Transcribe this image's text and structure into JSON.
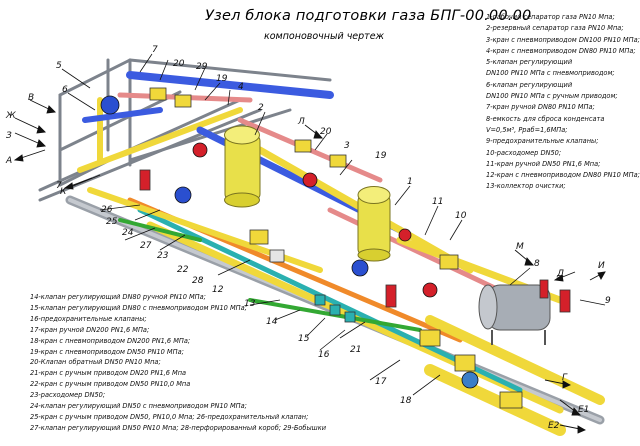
{
  "title": "Узел блока подготовки газа БПГ-00.00.00",
  "subtitle": "компоновочный чертеж",
  "legend_right": [
    "1-рабочий сепаратор газа PN10 Мпа;",
    "2-резервный сепаратор газа PN10 Мпа;",
    "3-кран с пневмоприводом DN100 PN10 МПа;",
    "4-кран с пневмоприводом DN80 PN10 МПа;",
    "5-клапан регулирующий",
    "DN100 PN10 МПа с пневмоприводом;",
    "6-клапан регулирующий",
    "DN100 PN10 МПа с ручным приводом;",
    "7-кран ручной DN80 PN10 МПа;",
    "8-емкость для сброса конденсата",
    "V=0,5м³, Pраб=1,6МПа;",
    "9-предохранительные клапаны;",
    "10-расходомер DN50;",
    "11-кран ручной DN50 PN1,6 Мпа;",
    "12-кран с пневмоприводом DN80 PN10 МПа;",
    "13-коллектор очистки;"
  ],
  "legend_left": [
    "14-клапан регулирующий DN80 ручной PN10 МПа;",
    "15-клапан регулирующий DN80 с пневмоприводом PN10 МПа;",
    "16-предохранительные клапаны;",
    "17-кран ручной DN200 PN1,6 МПа;",
    "18-кран с пневмоприводом DN200 PN1,6 МПа;",
    "19-кран с пневмоприводом DN50 PN10 МПа;",
    "20-Клапан обратный DN50 PN10 Мпа;",
    "21-кран с ручным приводом DN20 PN1,6 Мпа",
    "22-кран с ручным приводом DN50 PN10,0 Мпа",
    "23-расходомер DN50;",
    "24-клапан регулирующий DN50 с пневмоприводом PN10 МПа;",
    "25-кран с ручным приводом DN50, PN10,0 Мпа; 26-предохранительный клапан;",
    "27-клапан регулирующий DN50 PN10 Мпа; 28-перфорированный короб; 29-Бобышки"
  ],
  "callouts": [
    "1",
    "2",
    "3",
    "4",
    "5",
    "6",
    "7",
    "7",
    "8",
    "9",
    "10",
    "11",
    "12",
    "13",
    "14",
    "15",
    "16",
    "17",
    "18",
    "19",
    "19",
    "20",
    "20",
    "21",
    "22",
    "23",
    "24",
    "25",
    "26",
    "27",
    "28",
    "29"
  ],
  "flow_letters": [
    "Ж",
    "В",
    "З",
    "А",
    "К",
    "Л",
    "М",
    "Д",
    "И",
    "Г",
    "Е1",
    "Е2"
  ],
  "colors": {
    "pipe_gray": "#9aa0a8",
    "vessel_yellow": "#e8e04a",
    "pipe_yellow": "#f0d83a",
    "valve_blue": "#2a4fd0",
    "pipe_blue": "#3b5be0",
    "valve_red": "#d4202a",
    "pipe_pink": "#e58a8a",
    "pipe_green": "#33a833",
    "pipe_orange": "#f08a2a",
    "pipe_teal": "#2ab0b0"
  }
}
